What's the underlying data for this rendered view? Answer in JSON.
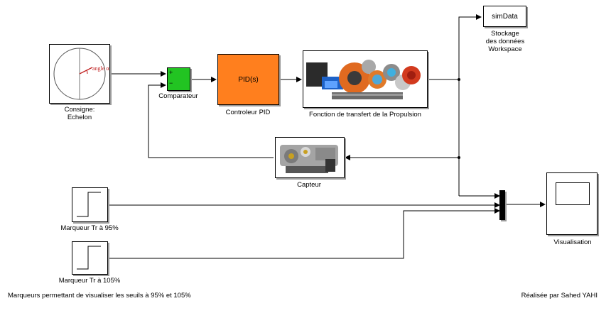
{
  "blocks": {
    "consigne": {
      "label": "Consigne:\nEchelon",
      "angle_text": "angle α"
    },
    "comparateur": {
      "label": "Comparateur",
      "plus": "+",
      "minus": "−"
    },
    "pid": {
      "text": "PID(s)",
      "label": "Controleur PID",
      "color": "#ff7f1e"
    },
    "propulsion": {
      "label": "Fonction de transfert de la Propulsion"
    },
    "capteur": {
      "label": "Capteur"
    },
    "simdata": {
      "text": "simData",
      "label": "Stockage\ndes données\nWorkspace"
    },
    "marqueur95": {
      "label": "Marqueur Tr à 95%"
    },
    "marqueur105": {
      "label": "Marqueur Tr à 105%"
    },
    "visualisation": {
      "label": "Visualisation"
    }
  },
  "footer": {
    "left": "Marqueurs permettant de visualiser les seuils à 95% et 105%",
    "right": "Réalisée par Sahed YAHI"
  }
}
